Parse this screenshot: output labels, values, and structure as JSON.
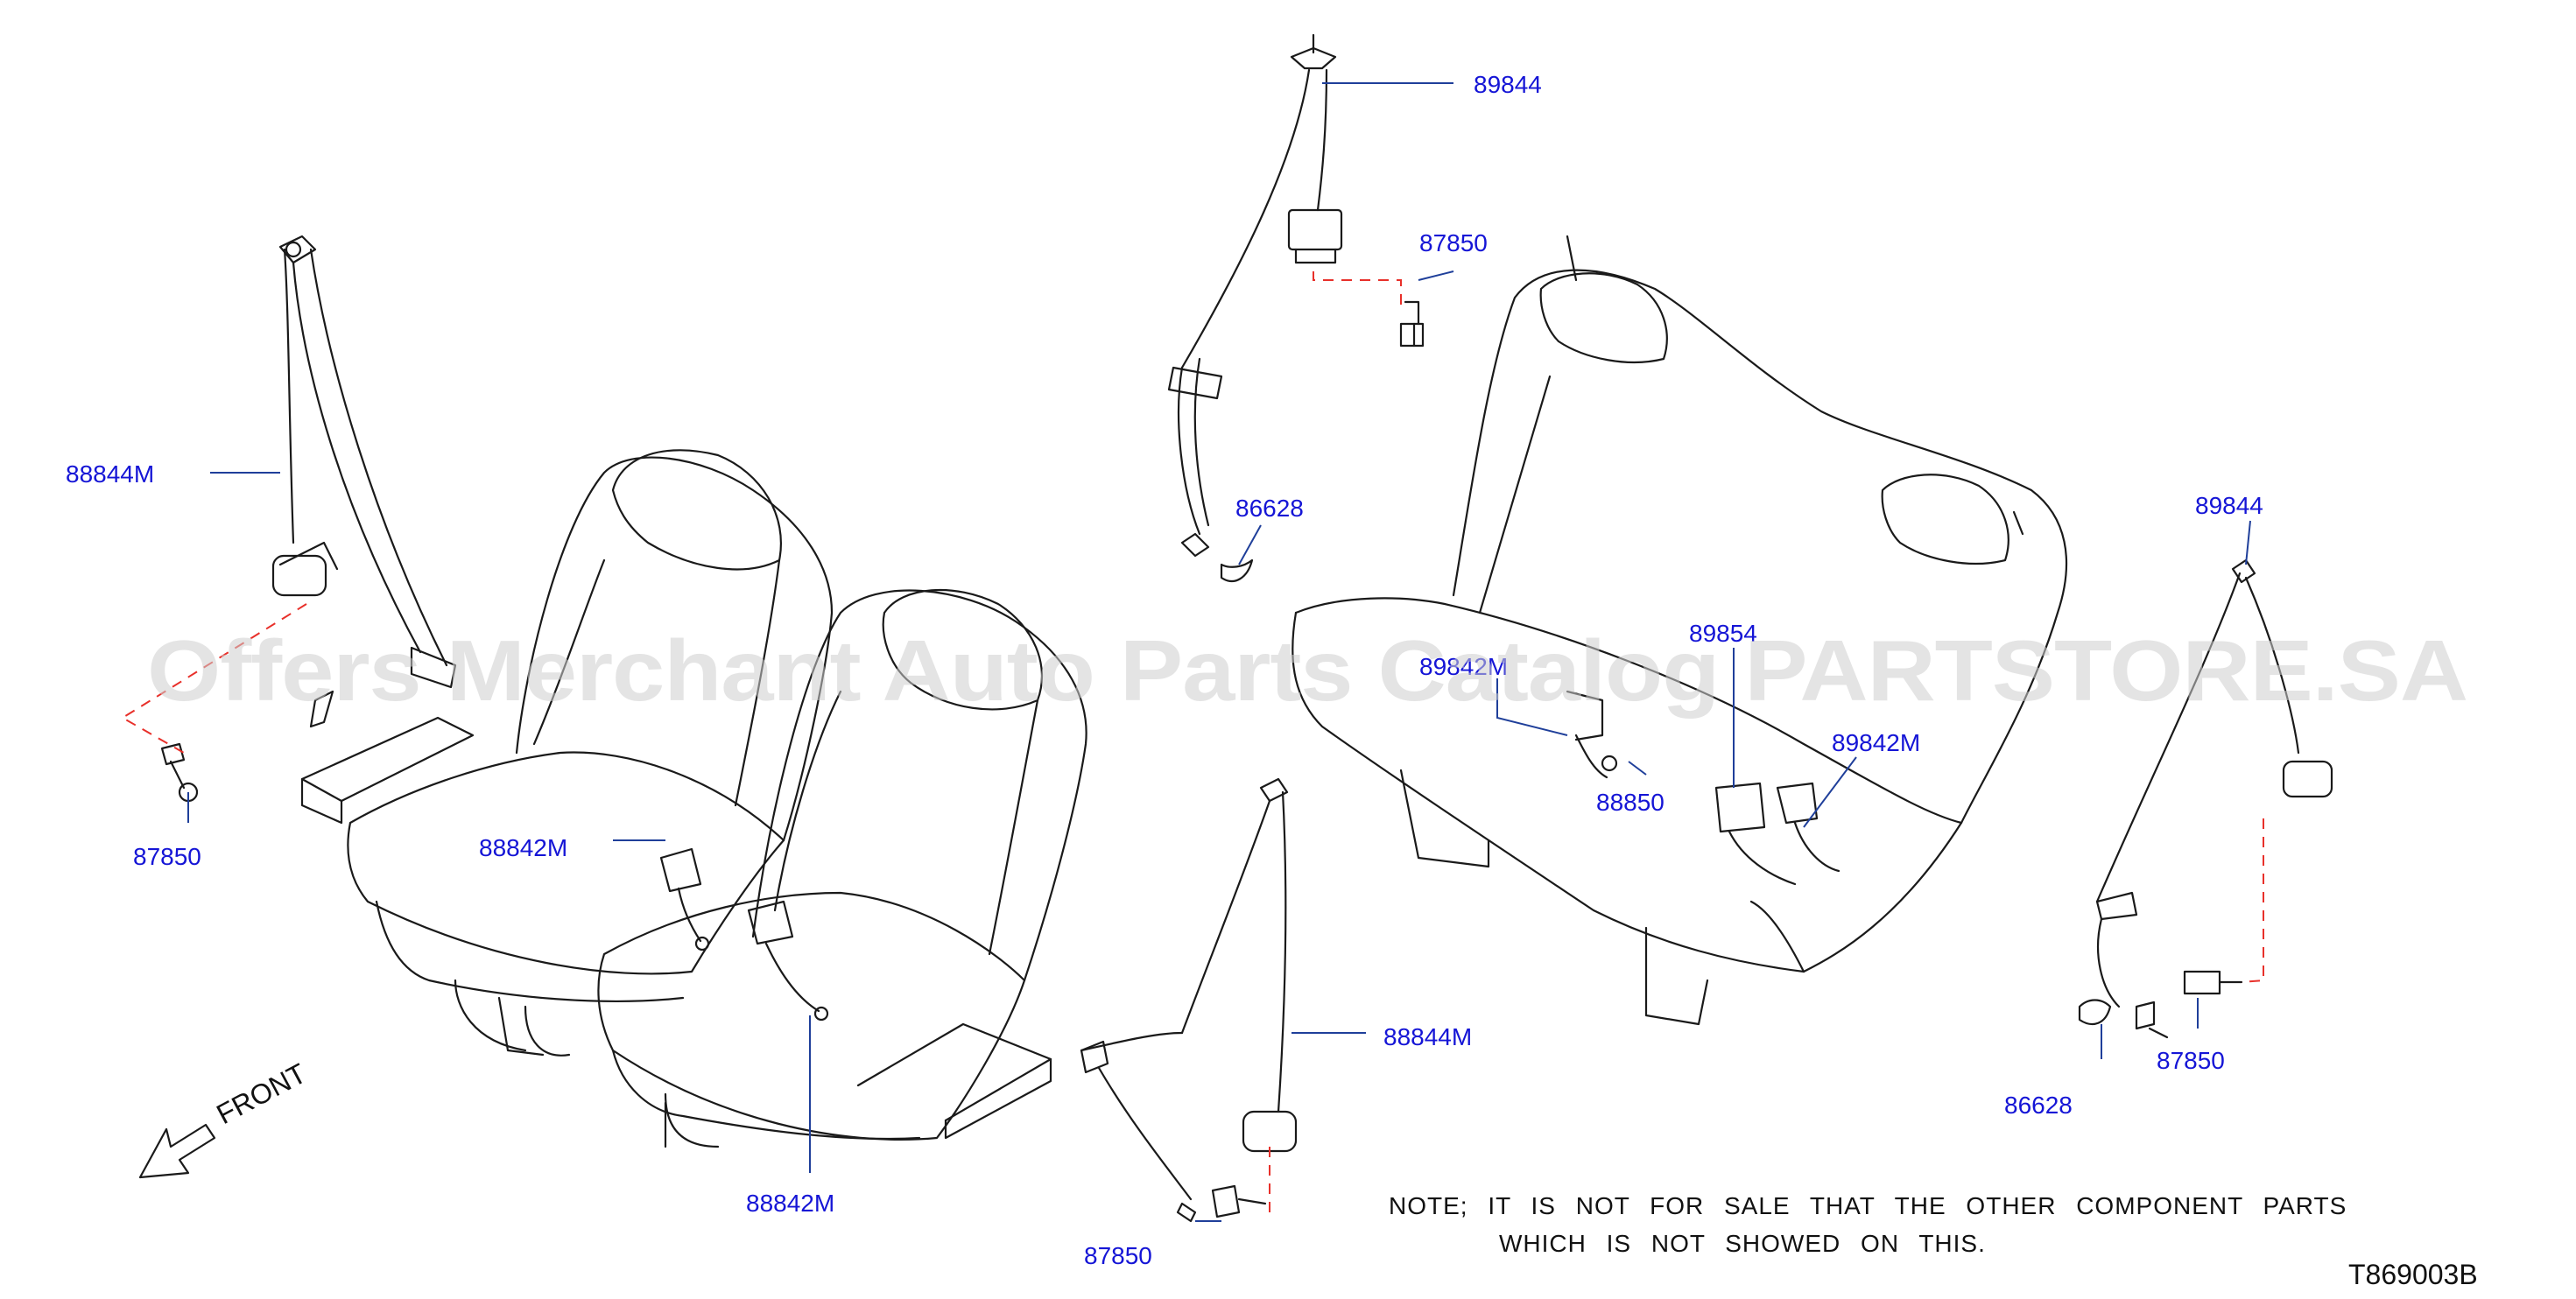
{
  "labels": {
    "l1": "89844",
    "l2": "87850",
    "l3": "86628",
    "l4": "88844M",
    "l5": "87850",
    "l6": "88842M",
    "l7": "88842M",
    "l8": "89842M",
    "l9": "88850",
    "l10": "89854",
    "l11": "89842M",
    "l12": "89844",
    "l13": "87850",
    "l14": "86628",
    "l15": "88844M",
    "l16": "87850"
  },
  "front_label": "FRONT",
  "note_line1": "NOTE; IT IS NOT FOR SALE THAT THE OTHER COMPONENT PARTS",
  "note_line2": "WHICH IS NOT SHOWED ON THIS.",
  "diagram_code": "T869003B",
  "watermark": "Offers Merchant Auto Parts Catalog PARTSTORE.SA",
  "colors": {
    "label": "#1515d6",
    "leader": "#1f3f9a",
    "dash": "#e8302a",
    "line": "#1a1a1a"
  }
}
